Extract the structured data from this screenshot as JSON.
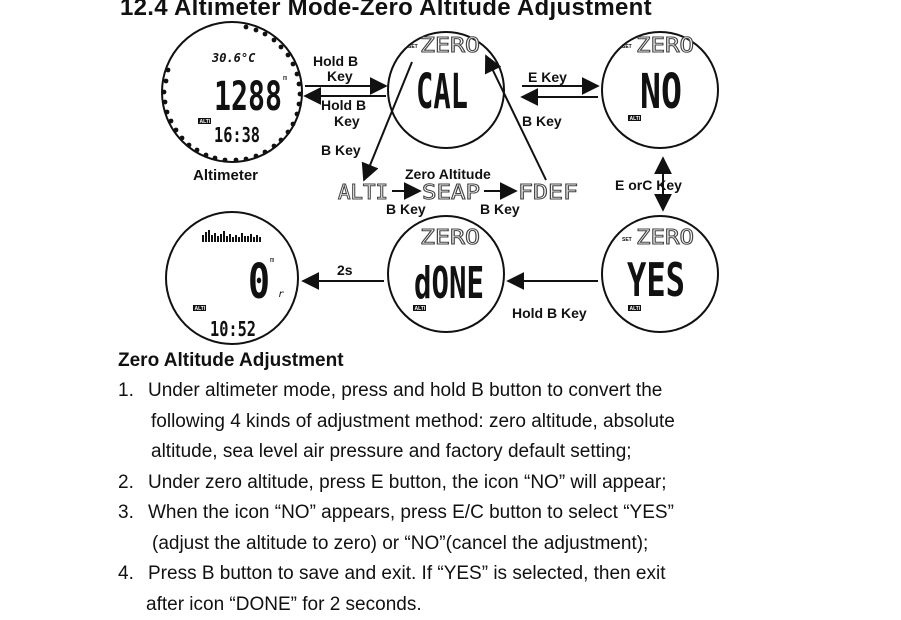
{
  "title": "12.4 Altimeter Mode-Zero Altitude Adjustment",
  "watch_altimeter": {
    "temperature": "30.6°C",
    "altitude": "1288",
    "unit": "m",
    "badge": "ALTI",
    "time": "16:38",
    "caption": "Altimeter"
  },
  "watch_cal": {
    "set": "SET",
    "header": "ZERO",
    "value": "CAL"
  },
  "watch_no": {
    "set": "SET",
    "header": "ZERO",
    "value": "NO",
    "badge": "ALTI"
  },
  "watch_yes": {
    "set": "SET",
    "header": "ZERO",
    "value": "YES",
    "badge": "ALTI"
  },
  "watch_done": {
    "header": "ZERO",
    "value": "dONE",
    "badge": "ALTI"
  },
  "watch_result": {
    "value": "0",
    "unit": "m",
    "sub": "r",
    "badge": "ALTI",
    "time": "10:52"
  },
  "arrows": {
    "hold_b_key_1": [
      "Hold B",
      "Key"
    ],
    "hold_b_key_2": [
      "Hold B",
      "Key"
    ],
    "e_key": "E Key",
    "b_key_cal_no": "B Key",
    "b_key_menu": "B Key",
    "zero_altitude": "Zero Altitude",
    "b_key_1": "B Key",
    "b_key_2": "B Key",
    "e_or_c_key": "E orC Key",
    "hold_b_key_done": "Hold B Key",
    "two_s": "2s"
  },
  "menu": {
    "alti": "ALTI",
    "seap": "SEAP",
    "fdef": "FDEF"
  },
  "instructions": {
    "heading": "Zero Altitude Adjustment",
    "steps": [
      {
        "num": "1.",
        "lines": [
          "Under altimeter mode, press and hold B button to convert the",
          "following 4 kinds of adjustment method: zero altitude, absolute",
          "altitude, sea level air pressure and factory default setting;"
        ]
      },
      {
        "num": "2.",
        "lines": [
          "Under zero altitude, press E button, the icon “NO” will appear;"
        ]
      },
      {
        "num": "3.",
        "lines": [
          "When the icon “NO” appears, press E/C button to select “YES”",
          "(adjust the altitude to zero) or “NO”(cancel the adjustment);"
        ]
      },
      {
        "num": "4.",
        "lines": [
          "Press B button to save and exit. If “YES” is selected, then exit",
          "after icon “DONE” for 2 seconds."
        ]
      }
    ]
  }
}
